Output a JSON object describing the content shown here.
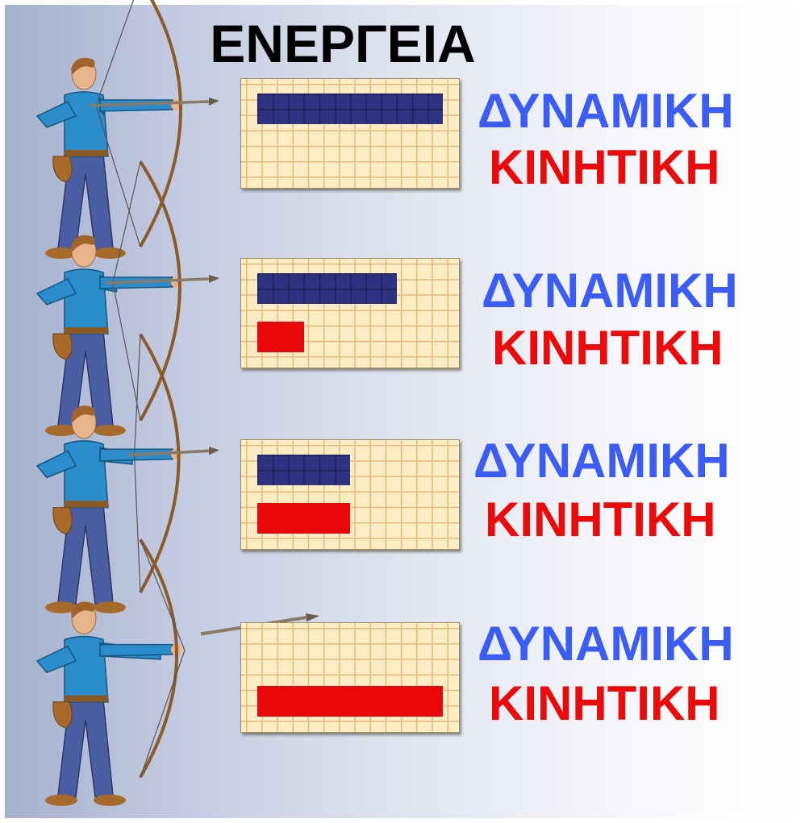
{
  "title": "ΕΝΕΡΓΕΙΑ",
  "colors": {
    "potential": "#3b5df6",
    "kinetic": "#ec0b0b",
    "potential_bar": "#2e3281",
    "kinetic_bar": "#e8080b",
    "grid": "#fdedc4"
  },
  "icons": [
    "archer-icon",
    "bow-icon",
    "arrow-icon"
  ],
  "stages": [
    {
      "potential_label": "ΔΥΝΑΜΙΚΗ",
      "kinetic_label": "ΚΙΝΗΤΙΚΗ",
      "potential_fraction": 1.0,
      "kinetic_fraction": 0.0
    },
    {
      "potential_label": "ΔΥΝΑΜΙΚΗ",
      "kinetic_label": "ΚΙΝΗΤΙΚΗ",
      "potential_fraction": 0.75,
      "kinetic_fraction": 0.25
    },
    {
      "potential_label": "ΔΥΝΑΜΙΚΗ",
      "kinetic_label": "ΚΙΝΗΤΙΚΗ",
      "potential_fraction": 0.5,
      "kinetic_fraction": 0.5
    },
    {
      "potential_label": "ΔΥΝΑΜΙΚΗ",
      "kinetic_label": "ΚΙΝΗΤΙΚΗ",
      "potential_fraction": 0.0,
      "kinetic_fraction": 1.0
    }
  ]
}
